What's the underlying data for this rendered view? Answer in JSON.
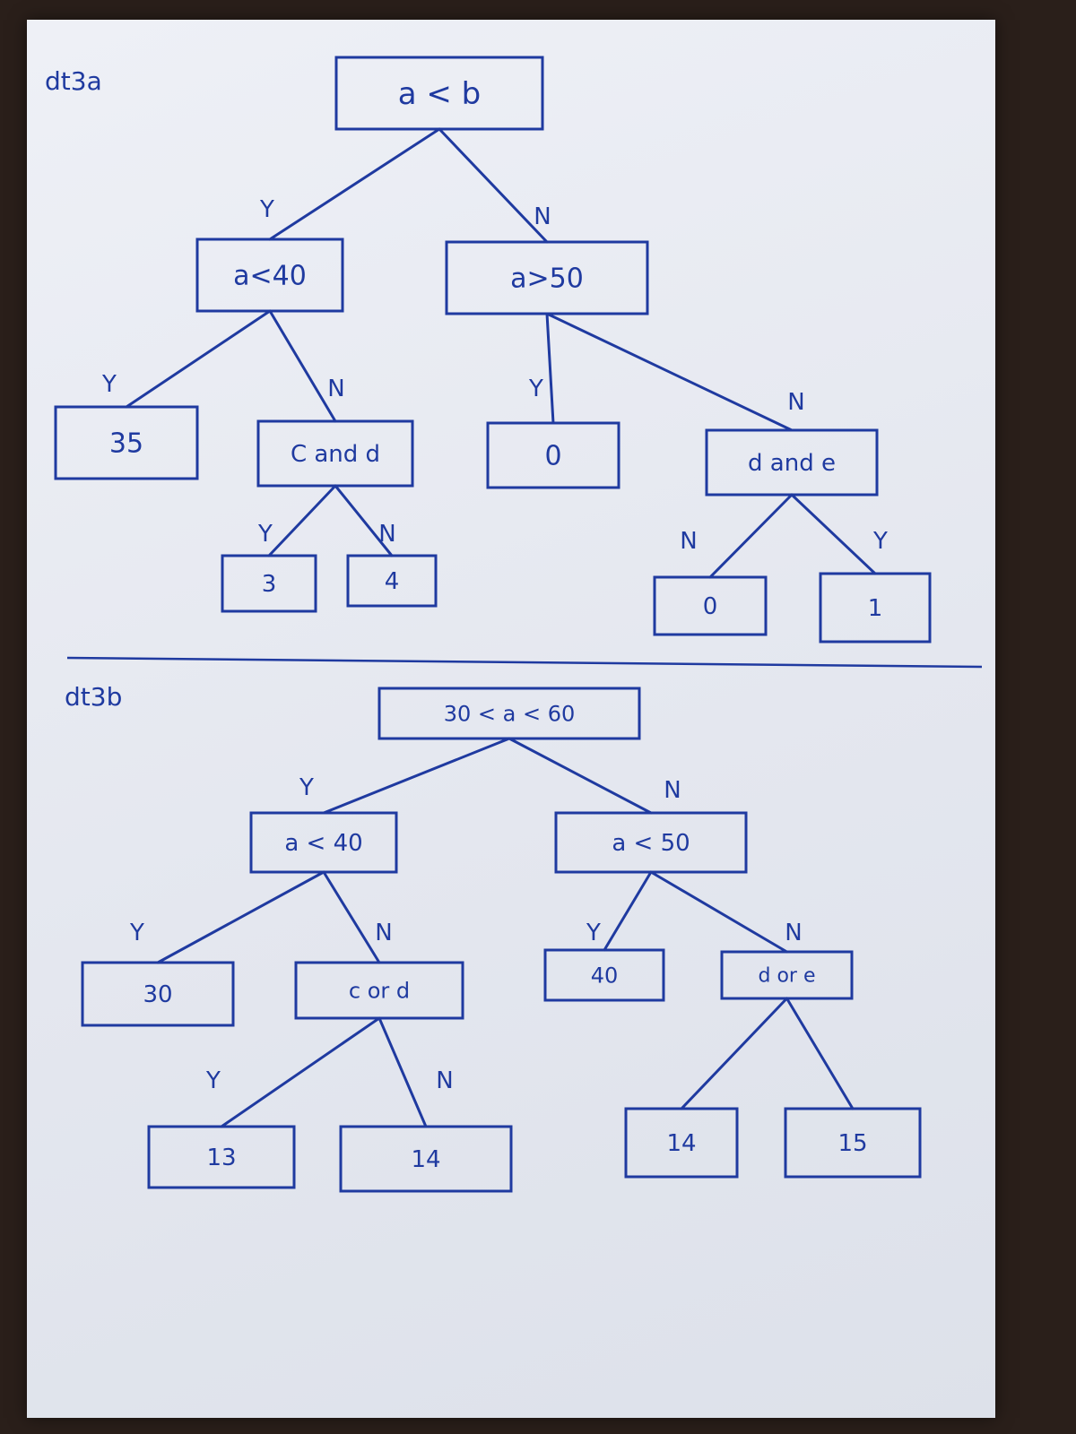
{
  "trees": [
    {
      "title": "dt3a",
      "nodes": [
        {
          "id": "root",
          "label": "a < b"
        },
        {
          "id": "n1",
          "label": "a<40"
        },
        {
          "id": "n2",
          "label": "a>50"
        },
        {
          "id": "n3",
          "label": "35"
        },
        {
          "id": "n4",
          "label": "C and d"
        },
        {
          "id": "n5",
          "label": "0"
        },
        {
          "id": "n6",
          "label": "d and e"
        },
        {
          "id": "n7",
          "label": "3"
        },
        {
          "id": "n8",
          "label": "4"
        },
        {
          "id": "n9",
          "label": "0"
        },
        {
          "id": "n10",
          "label": "1"
        }
      ],
      "edges": [
        {
          "from": "root",
          "to": "n1",
          "label": "Y"
        },
        {
          "from": "root",
          "to": "n2",
          "label": "N"
        },
        {
          "from": "n1",
          "to": "n3",
          "label": "Y"
        },
        {
          "from": "n1",
          "to": "n4",
          "label": "N"
        },
        {
          "from": "n2",
          "to": "n5",
          "label": "Y"
        },
        {
          "from": "n2",
          "to": "n6",
          "label": "N"
        },
        {
          "from": "n4",
          "to": "n7",
          "label": "Y"
        },
        {
          "from": "n4",
          "to": "n8",
          "label": "N"
        },
        {
          "from": "n6",
          "to": "n9",
          "label": "N"
        },
        {
          "from": "n6",
          "to": "n10",
          "label": "Y"
        }
      ]
    },
    {
      "title": "dt3b",
      "nodes": [
        {
          "id": "root",
          "label": "30 < a < 60"
        },
        {
          "id": "n1",
          "label": "a < 40"
        },
        {
          "id": "n2",
          "label": "a < 50"
        },
        {
          "id": "n3",
          "label": "30"
        },
        {
          "id": "n4",
          "label": "c or d"
        },
        {
          "id": "n5",
          "label": "40"
        },
        {
          "id": "n6",
          "label": "d or e"
        },
        {
          "id": "n7",
          "label": "13"
        },
        {
          "id": "n8",
          "label": "14"
        },
        {
          "id": "n9",
          "label": "14"
        },
        {
          "id": "n10",
          "label": "15"
        }
      ],
      "edges": [
        {
          "from": "root",
          "to": "n1",
          "label": "Y"
        },
        {
          "from": "root",
          "to": "n2",
          "label": "N"
        },
        {
          "from": "n1",
          "to": "n3",
          "label": "Y"
        },
        {
          "from": "n1",
          "to": "n4",
          "label": "N"
        },
        {
          "from": "n2",
          "to": "n5",
          "label": "Y"
        },
        {
          "from": "n2",
          "to": "n6",
          "label": "N"
        },
        {
          "from": "n4",
          "to": "n7",
          "label": "Y"
        },
        {
          "from": "n4",
          "to": "n8",
          "label": "N"
        },
        {
          "from": "n6",
          "to": "n9",
          "label": ""
        },
        {
          "from": "n6",
          "to": "n10",
          "label": ""
        }
      ]
    }
  ]
}
